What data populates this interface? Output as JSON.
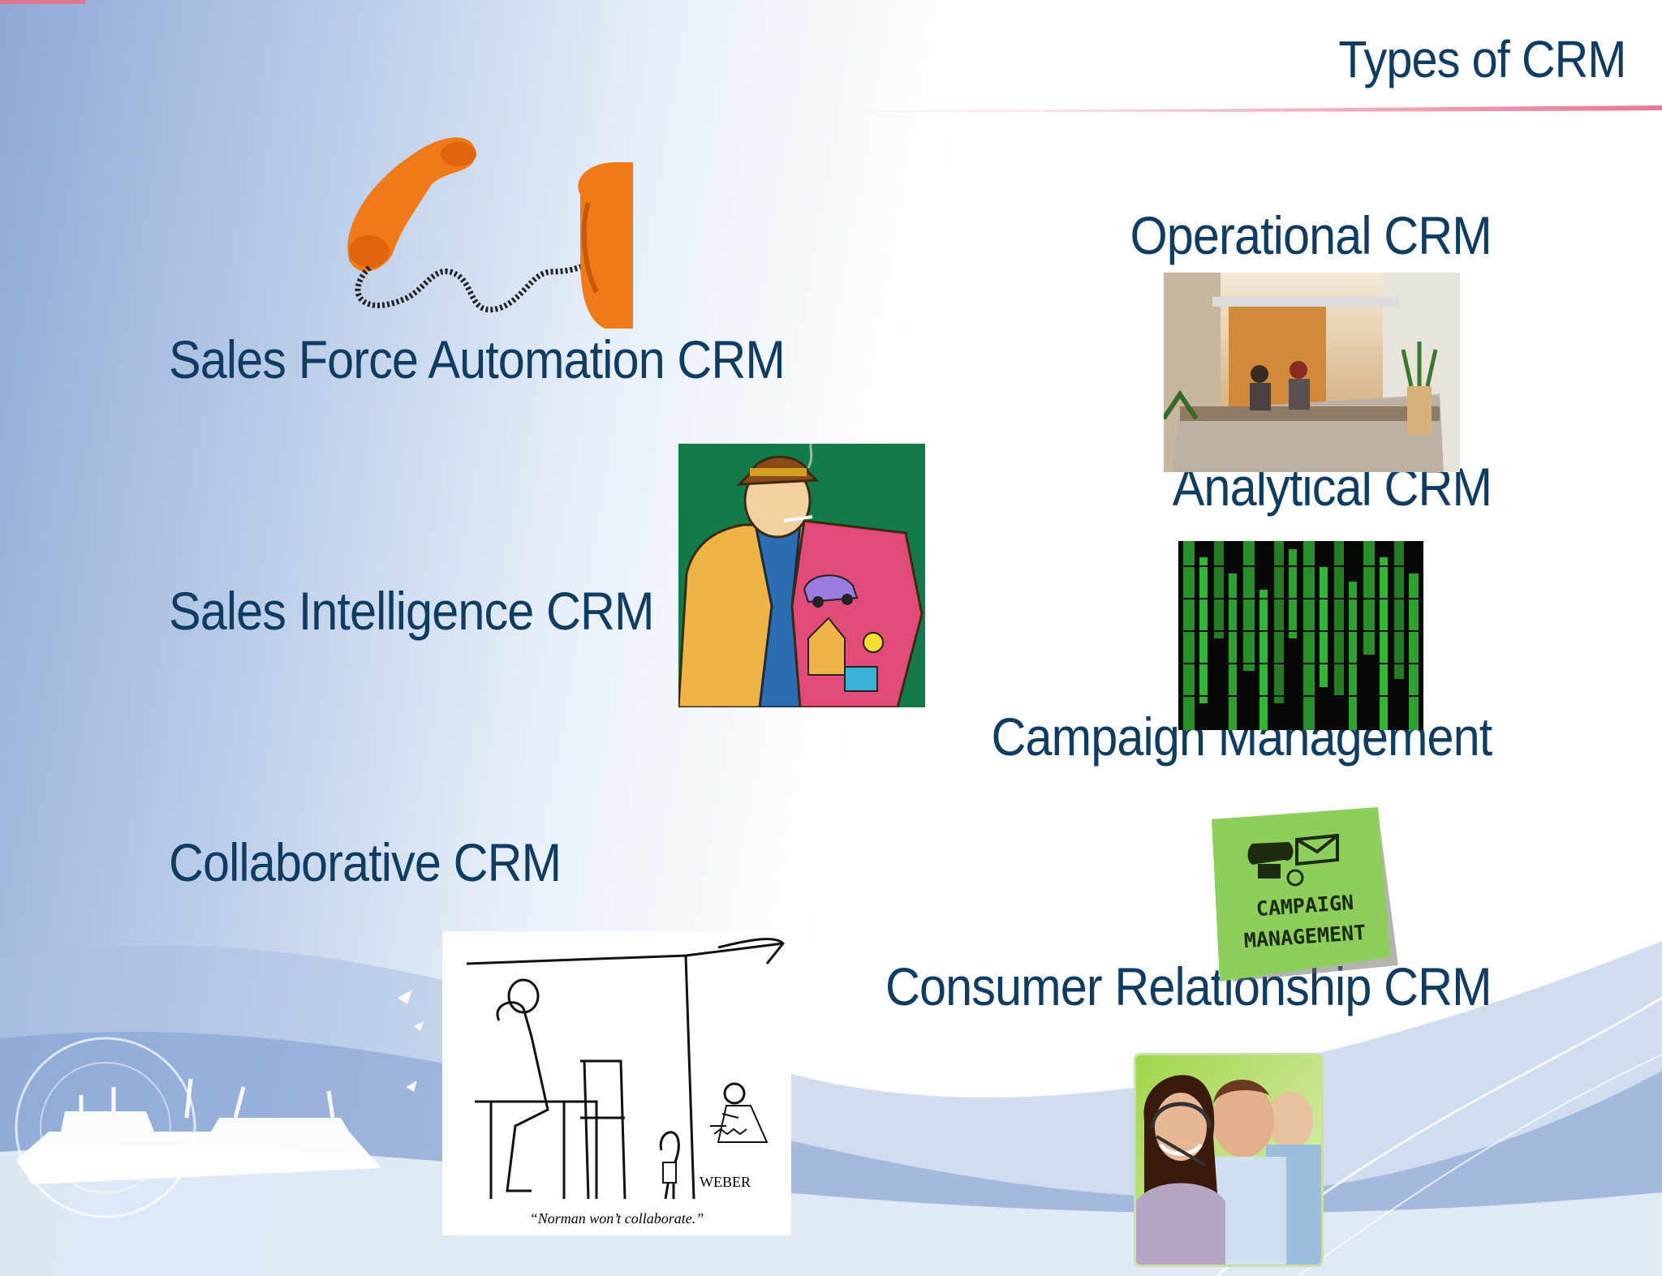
{
  "slide": {
    "title": "Types of CRM",
    "left_items": [
      "Sales Force Automation CRM",
      "Sales Intelligence CRM",
      "Collaborative CRM"
    ],
    "right_items": [
      "Operational CRM",
      "Analytical CRM",
      "Campaign Management",
      "Consumer Relationship CRM"
    ],
    "cartoon": {
      "caption": "“Norman won’t collaborate.”",
      "signature": "WEBER"
    },
    "sticky_note": {
      "line1": "CAMPAIGN",
      "line2": "MANAGEMENT"
    },
    "colors": {
      "text": "#0f3c62",
      "accent_line": "#e87890",
      "background_blue": "#8fa9d6"
    }
  }
}
